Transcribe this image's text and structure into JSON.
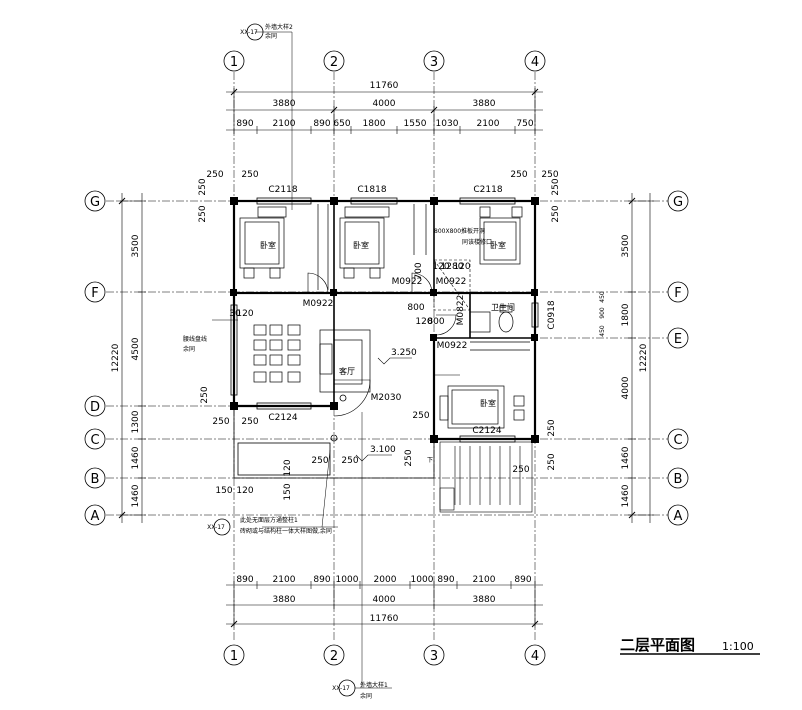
{
  "drawing": {
    "title": "二层平面图",
    "scale": "1:100"
  },
  "axes": {
    "columns": [
      "1",
      "2",
      "3",
      "4"
    ],
    "rows": [
      "G",
      "F",
      "E",
      "D",
      "C",
      "B",
      "A"
    ]
  },
  "dimensions": {
    "top_total": "11760",
    "top_mid": [
      "3880",
      "4000",
      "3880"
    ],
    "top_detail": [
      "890",
      "2100",
      "890",
      "650",
      "1800",
      "1550",
      "1030",
      "2100",
      "750"
    ],
    "bottom_detail": [
      "890",
      "2100",
      "890",
      "1000",
      "2000",
      "1000",
      "890",
      "2100",
      "890"
    ],
    "bottom_mid": [
      "3880",
      "4000",
      "3880"
    ],
    "bottom_total": "11760",
    "left_total": "12220",
    "left_parts": [
      "3500",
      "4500",
      "1300",
      "1460",
      "1460"
    ],
    "right_total": "12220",
    "right_parts": [
      "3500",
      "1800",
      "4000",
      "1460",
      "1460"
    ],
    "right_small": [
      "450",
      "900",
      "450"
    ],
    "wall_250": "250",
    "misc": [
      "30",
      "120",
      "150",
      "120",
      "150",
      "120",
      "800",
      "120",
      "120",
      "800",
      "1280",
      "120",
      "700"
    ]
  },
  "rooms": {
    "bedroom": "卧室",
    "living": "客厅",
    "bath": "卫生间"
  },
  "openings": {
    "c2118": "C2118",
    "c1818": "C1818",
    "c2124": "C2124",
    "c0918": "C0918",
    "m0922": "M0922",
    "m0822": "M0822",
    "m2030": "M2030"
  },
  "levels": {
    "floor": "3.250",
    "terrace": "3.100"
  },
  "notes": {
    "hatch": "800X800推板开洞",
    "hatch2": "同该楼修口",
    "molding": "腰线盘线",
    "molding2": "余同",
    "ext1": "外墙大样2",
    "ext1b": "余同",
    "ext2": "外墙大样1",
    "ext2b": "余同",
    "col_note": "此处无面层方通整柱1",
    "col_note2": "砖砌或与结构柱一体大样图做,余同",
    "detail_ref": "XX-17",
    "down": "下"
  }
}
